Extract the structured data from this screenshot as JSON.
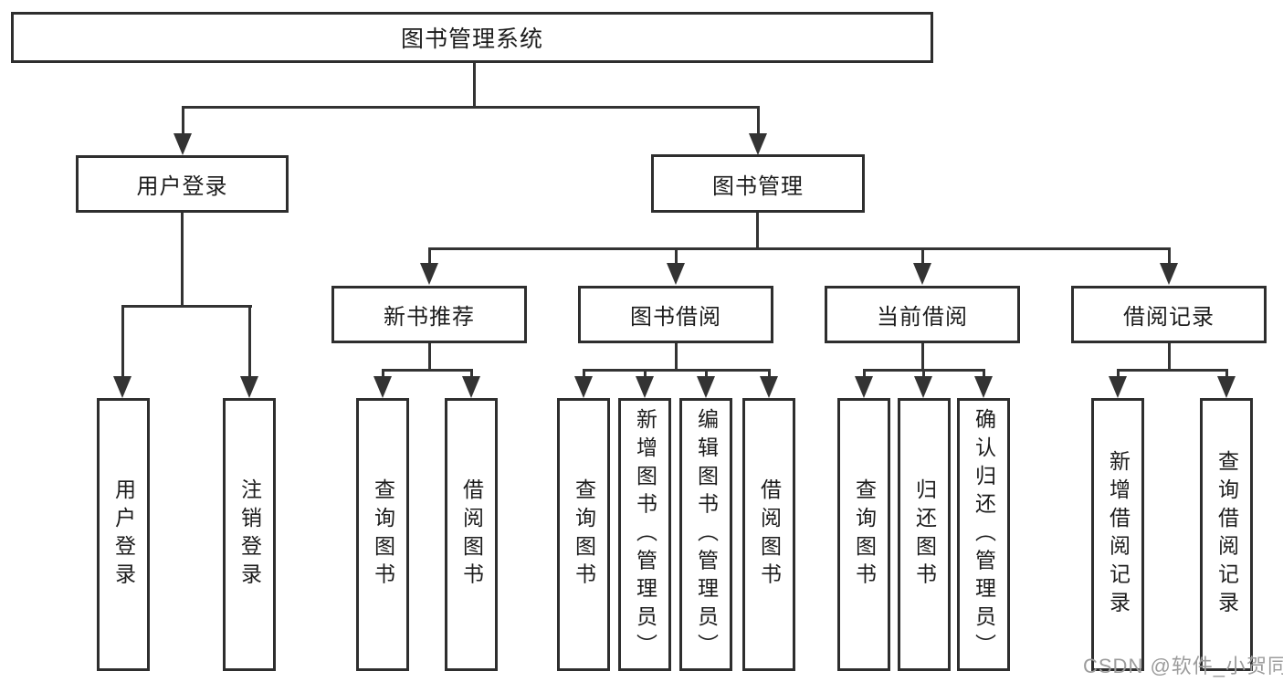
{
  "diagram": {
    "type": "hierarchy-flowchart",
    "nodes": {
      "root": "图书管理系统",
      "user_login": "用户登录",
      "book_management": "图书管理",
      "new_book_recommend": "新书推荐",
      "book_borrow": "图书借阅",
      "current_borrow": "当前借阅",
      "borrow_record": "借阅记录",
      "leaves": {
        "user_login_1": "用户登录",
        "user_login_2": "注销登录",
        "new_book_1": "查询图书",
        "new_book_2": "借阅图书",
        "borrow_1": "查询图书",
        "borrow_2": "新增图书（管理员）",
        "borrow_3": "编辑图书（管理员）",
        "borrow_4": "借阅图书",
        "current_1": "查询图书",
        "current_2": "归还图书",
        "current_3": "确认归还（管理员）",
        "record_1": "新增借阅记录",
        "record_2": "查询借阅记录"
      }
    },
    "edges": [
      [
        "图书管理系统",
        "用户登录"
      ],
      [
        "图书管理系统",
        "图书管理"
      ],
      [
        "用户登录",
        "用户登录"
      ],
      [
        "用户登录",
        "注销登录"
      ],
      [
        "图书管理",
        "新书推荐"
      ],
      [
        "图书管理",
        "图书借阅"
      ],
      [
        "图书管理",
        "当前借阅"
      ],
      [
        "图书管理",
        "借阅记录"
      ],
      [
        "新书推荐",
        "查询图书"
      ],
      [
        "新书推荐",
        "借阅图书"
      ],
      [
        "图书借阅",
        "查询图书"
      ],
      [
        "图书借阅",
        "新增图书（管理员）"
      ],
      [
        "图书借阅",
        "编辑图书（管理员）"
      ],
      [
        "图书借阅",
        "借阅图书"
      ],
      [
        "当前借阅",
        "查询图书"
      ],
      [
        "当前借阅",
        "归还图书"
      ],
      [
        "当前借阅",
        "确认归还（管理员）"
      ],
      [
        "借阅记录",
        "新增借阅记录"
      ],
      [
        "借阅记录",
        "查询借阅记录"
      ]
    ],
    "colors": {
      "line": "#333333",
      "box_border": "#2e2e2e",
      "text": "#1c1c1c",
      "background": "#ffffff",
      "watermark": "#9c9c9c"
    }
  },
  "watermark": {
    "text": "CSDN @软件_小贺同学"
  }
}
